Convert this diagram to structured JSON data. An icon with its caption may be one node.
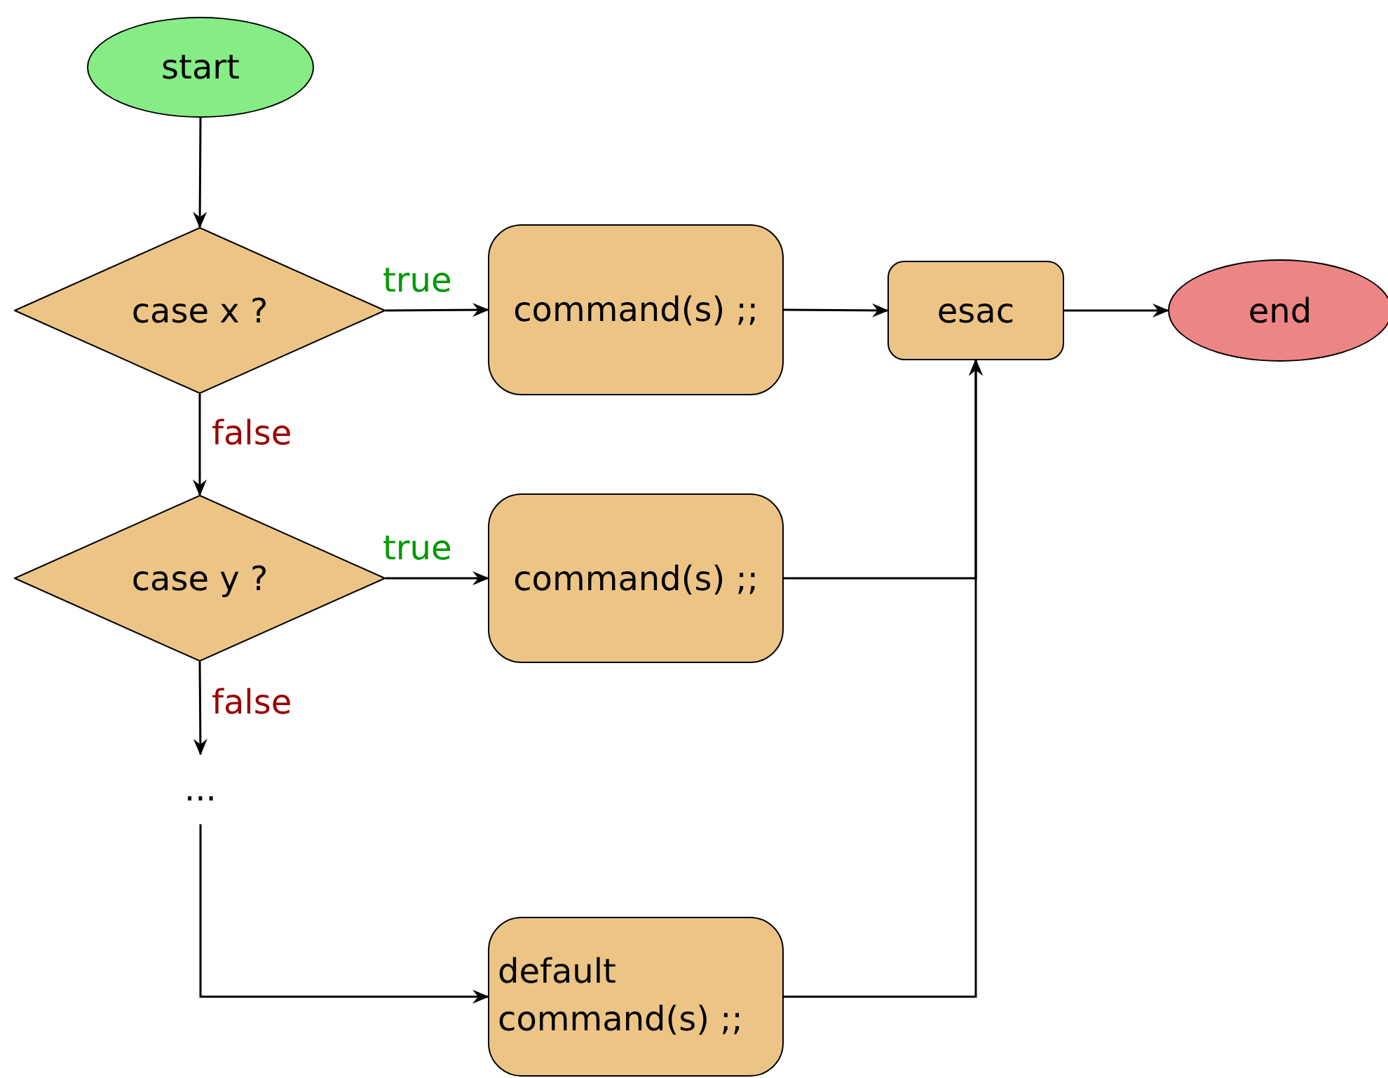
{
  "diagram": {
    "nodes": [
      {
        "text": [
          "start"
        ]
      },
      {
        "text": [
          "case x ?"
        ]
      },
      {
        "text": [
          "command(s) ;;"
        ]
      },
      {
        "text": [
          "esac"
        ]
      },
      {
        "text": [
          "end"
        ]
      },
      {
        "text": [
          "case y ?"
        ]
      },
      {
        "text": [
          "command(s) ;;"
        ]
      },
      {
        "text": [
          "..."
        ]
      },
      {
        "text": [
          "default command(s) ;;"
        ]
      }
    ],
    "edges": [
      {
        "from": 0,
        "to": 1,
        "arrow": "to"
      },
      {
        "from": 1,
        "to": 2,
        "arrow": "to",
        "label": "true"
      },
      {
        "from": 2,
        "to": 3,
        "arrow": "to"
      },
      {
        "from": 3,
        "to": 4,
        "arrow": "to"
      },
      {
        "from": 1,
        "to": 5,
        "arrow": "to",
        "label": "false"
      },
      {
        "from": 5,
        "to": 6,
        "arrow": "to",
        "label": "true"
      },
      {
        "from": 6,
        "to": 3,
        "arrow": "to"
      },
      {
        "from": 5,
        "to": 7,
        "arrow": "to",
        "label": "false"
      },
      {
        "from": 7,
        "to": 8,
        "arrow": "to"
      },
      {
        "from": 8,
        "to": 3,
        "arrow": "to"
      }
    ]
  }
}
